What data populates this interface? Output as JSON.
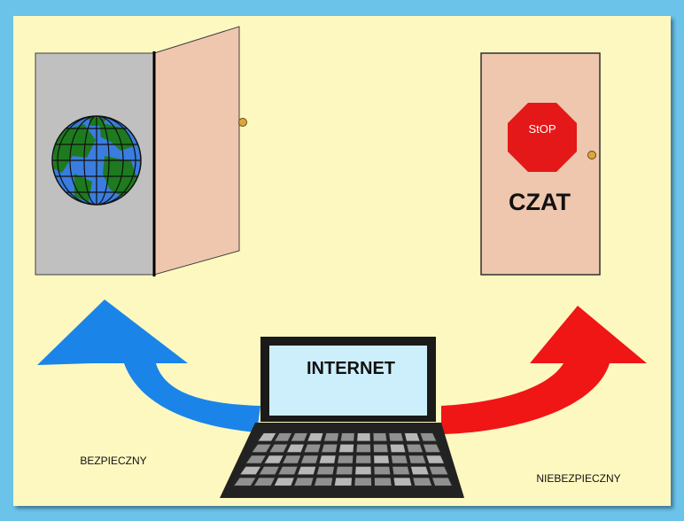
{
  "colors": {
    "frame": "#6cc3ea",
    "panel": "#fdf8c0",
    "door_frame": "#c0c0c0",
    "door": "#eec7ae",
    "knob": "#d9a73e",
    "globe_ocean": "#3a7dde",
    "globe_land": "#1e7a1e",
    "stop": "#e41818",
    "arrow_left": "#1b84e8",
    "arrow_right": "#f01616",
    "screen": "#cdeffb",
    "keyboard": "#909090"
  },
  "icons": {
    "globe": "globe-icon",
    "stop_sign": "stop-sign-icon",
    "laptop": "laptop-icon"
  },
  "labels": {
    "stop": "StOP",
    "chat": "CZAT",
    "internet": "INTERNET",
    "safe": "BEZPIECZNY",
    "unsafe": "NIEBEZPIECZNY"
  }
}
